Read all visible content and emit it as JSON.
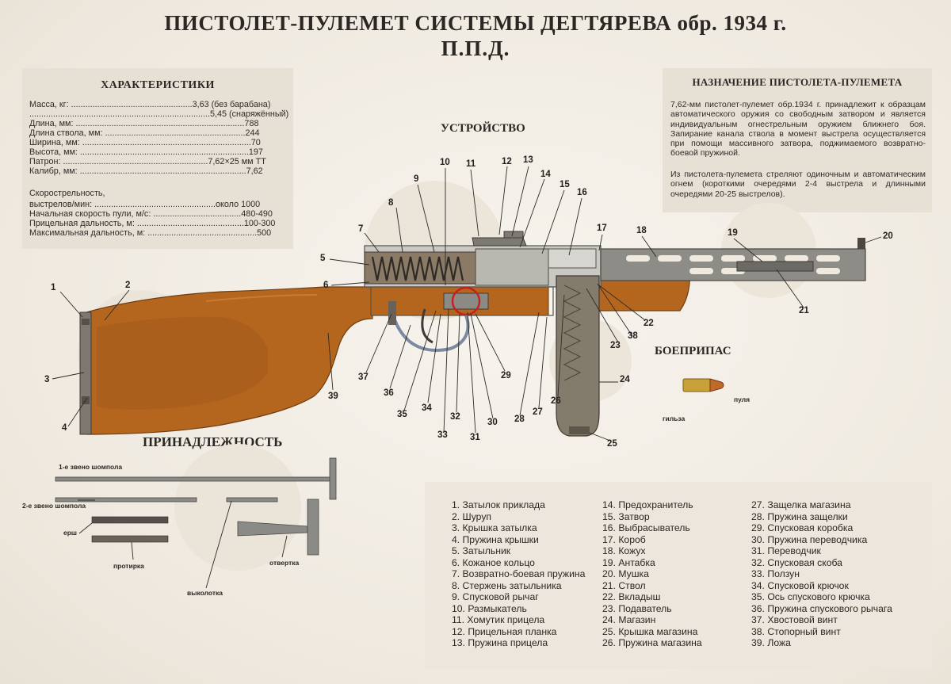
{
  "title": "ПИСТОЛЕТ-ПУЛЕМЕТ СИСТЕМЫ ДЕГТЯРЕВА обр. 1934 г.",
  "subtitle": "П.П.Д.",
  "specs": {
    "heading": "ХАРАКТЕРИСТИКИ",
    "lines": [
      "Масса, кг: ...................................................3,63 (без барабана)",
      "............................................................................5,45 (снаряжённый)",
      "Длина, мм: .......................................................................788",
      "Длина ствола, мм: ...........................................................244",
      "Ширина, мм: .......................................................................70",
      "Высота, мм: .......................................................................197",
      "Патрон: .............................................................7,62×25 мм ТТ",
      "Калибр, мм: ......................................................................7,62",
      "Скорострельность,",
      "выстрелов/мин: ...................................................около 1000",
      "Начальная скорость пули, м/с: .....................................480-490",
      "Прицельная дальность, м: .............................................100-300",
      "Максимальная дальность, м: ..............................................500"
    ]
  },
  "purpose": {
    "heading": "НАЗНАЧЕНИЕ ПИСТОЛЕТА-ПУЛЕМЕТА",
    "paragraph1": "7,62-мм пистолет-пулемет обр.1934 г. принадлежит к образцам автоматического оружия со свободным затвором и является индивидуальным огнестрельным оружием ближнего боя. Запирание канала ствола в момент выстрела осуществляется при помощи массивного затвора, поджимаемого возвратно-боевой пружиной.",
    "paragraph2": "Из пистолета-пулемета стреляют одиночным и автоматическим огнем (короткими очередями 2-4 выстрела и длинными очередями 20-25 выстрелов)."
  },
  "sections": {
    "device": "УСТРОЙСТВО",
    "ammo": "БОЕПРИПАС",
    "accessories": "ПРИНАДЛЕЖНОСТЬ"
  },
  "ammo_labels": {
    "bullet": "пуля",
    "case": "гильза"
  },
  "accessory_labels": {
    "rod1": "1-е звено шомпола",
    "rod2": "2-е звено шомпола",
    "brush": "ерш",
    "wiper": "протирка",
    "punch": "выколотка",
    "screwdriver": "отвертка"
  },
  "callouts": [
    "1",
    "2",
    "3",
    "4",
    "5",
    "6",
    "7",
    "8",
    "9",
    "10",
    "11",
    "12",
    "13",
    "14",
    "15",
    "16",
    "17",
    "18",
    "19",
    "20",
    "21",
    "22",
    "23",
    "24",
    "25",
    "26",
    "27",
    "28",
    "29",
    "30",
    "31",
    "32",
    "33",
    "34",
    "35",
    "36",
    "37",
    "38",
    "39"
  ],
  "legend": {
    "col1": [
      "1. Затылок приклада",
      "2. Шуруп",
      "3. Крышка затылка",
      "4. Пружина крышки",
      "5. Затыльник",
      "6. Кожаное кольцо",
      "7. Возвратно-боевая пружина",
      "8. Стержень затыльника",
      "9. Спусковой рычаг",
      "10. Размыкатель",
      "11. Хомутик прицела",
      "12. Прицельная планка",
      "13. Пружина прицела"
    ],
    "col2": [
      "14. Предохранитель",
      "15. Затвор",
      "16. Выбрасыватель",
      "17. Короб",
      "18. Кожух",
      "19. Антабка",
      "20. Мушка",
      "21. Ствол",
      "22. Вкладыш",
      "23. Подаватель",
      "24. Магазин",
      "25. Крышка магазина",
      "26. Пружина магазина"
    ],
    "col3": [
      "27. Защелка магазина",
      "28. Пружина защелки",
      "29. Спусковая коробка",
      "30. Пружина переводчика",
      "31. Переводчик",
      "32. Спусковая скоба",
      "33. Ползун",
      "34. Спусковой крючок",
      "35. Ось спускового крючка",
      "36. Пружина спускового рычага",
      "37. Хвостовой винт",
      "38. Стопорный винт",
      "39. Ложа"
    ]
  },
  "colors": {
    "background": "#efe9df",
    "panel": "#e7e0d5",
    "wood": "#b4661f",
    "wood_dark": "#8e4d14",
    "steel": "#8a8a86",
    "steel_light": "#c9c8c2",
    "magazine": "#837b6b",
    "text": "#2b2724",
    "highlight_circle": "#c81e1e"
  }
}
